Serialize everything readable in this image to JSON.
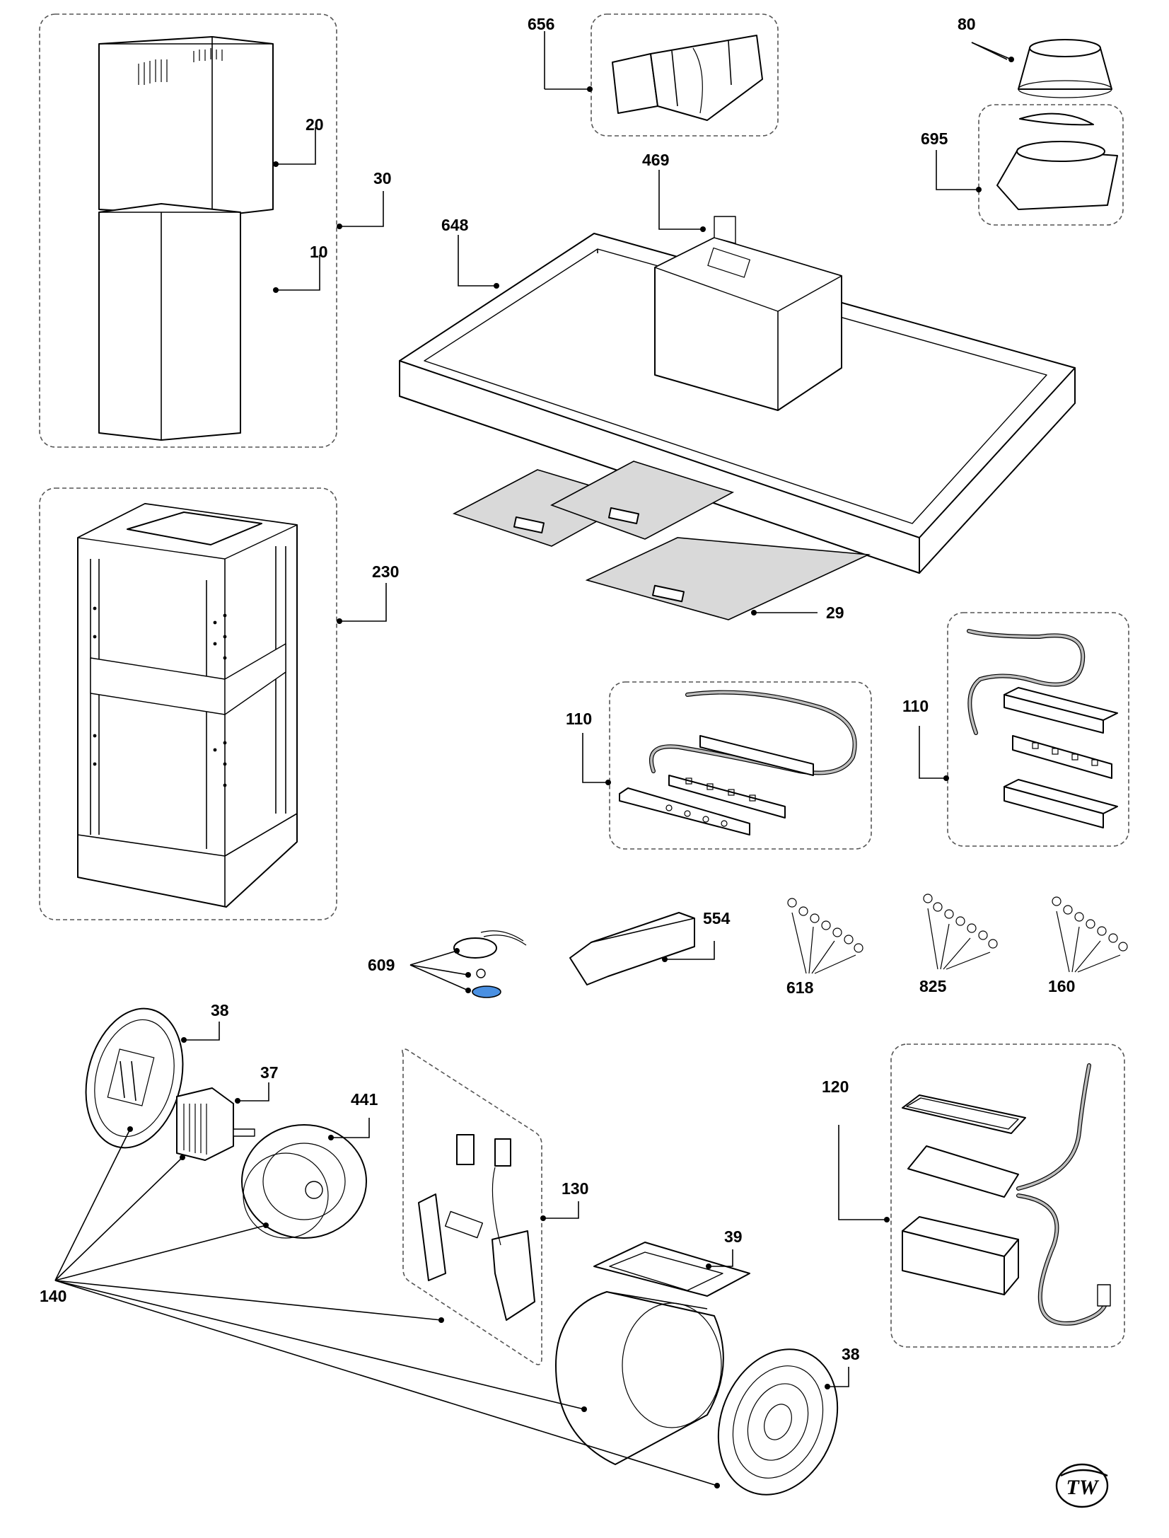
{
  "diagram": {
    "part_labels": {
      "p20": "20",
      "p30": "30",
      "p10": "10",
      "p656": "656",
      "p80": "80",
      "p695": "695",
      "p469": "469",
      "p648": "648",
      "p230": "230",
      "p29": "29",
      "p110a": "110",
      "p110b": "110",
      "p609": "609",
      "p554": "554",
      "p618": "618",
      "p825": "825",
      "p160": "160",
      "p38a": "38",
      "p37": "37",
      "p441": "441",
      "p130": "130",
      "p120": "120",
      "p39": "39",
      "p38b": "38",
      "p140": "140"
    },
    "logo_text": "TW",
    "colors": {
      "filter_fill": "#d9d9d9",
      "seal_ring": "#4a90e2",
      "line": "#000000",
      "group_border": "#555555"
    }
  }
}
